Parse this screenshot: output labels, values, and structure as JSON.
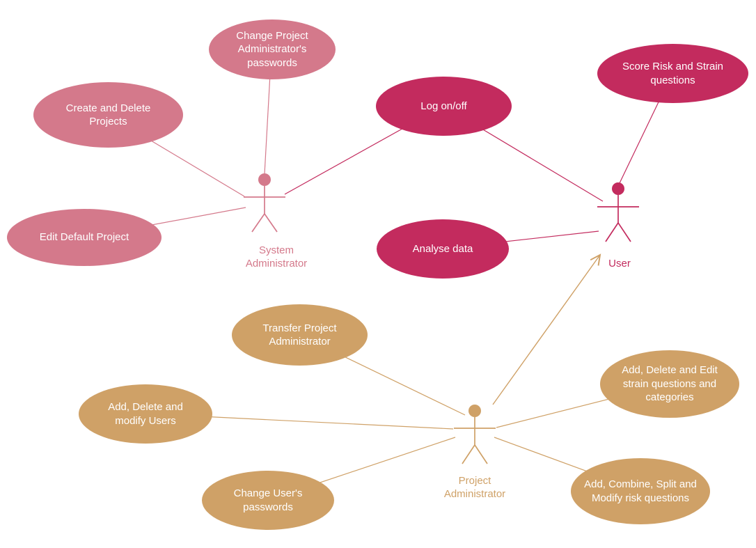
{
  "diagram": {
    "type": "uml-use-case",
    "colors": {
      "system_administrator": "#d4798b",
      "user": "#c32b5e",
      "project_administrator": "#cfa167",
      "background": "#ffffff",
      "use_case_text": "#ffffff"
    },
    "actors": [
      {
        "id": "system-administrator",
        "label": "System Administrator",
        "color": "#d4798b"
      },
      {
        "id": "user",
        "label": "User",
        "color": "#c32b5e"
      },
      {
        "id": "project-administrator",
        "label": "Project Administrator",
        "color": "#cfa167"
      }
    ],
    "use_cases": [
      {
        "id": "change-pa-passwords",
        "label": "Change Project Administrator's passwords",
        "color": "#d4798b"
      },
      {
        "id": "create-delete-projects",
        "label": "Create and Delete Projects",
        "color": "#d4798b"
      },
      {
        "id": "edit-default-project",
        "label": "Edit Default Project",
        "color": "#d4798b"
      },
      {
        "id": "log-on-off",
        "label": "Log on/off",
        "color": "#c32b5e"
      },
      {
        "id": "score-risk-strain-questions",
        "label": "Score Risk and Strain questions",
        "color": "#c32b5e"
      },
      {
        "id": "analyse-data",
        "label": "Analyse data",
        "color": "#c32b5e"
      },
      {
        "id": "transfer-project-administrator",
        "label": "Transfer Project Administrator",
        "color": "#cfa167"
      },
      {
        "id": "add-delete-modify-users",
        "label": "Add, Delete and modify Users",
        "color": "#cfa167"
      },
      {
        "id": "change-users-passwords",
        "label": "Change User's passwords",
        "color": "#cfa167"
      },
      {
        "id": "add-delete-edit-strain-questions",
        "label": "Add, Delete and Edit strain questions and categories",
        "color": "#cfa167"
      },
      {
        "id": "add-combine-split-modify-risk-questions",
        "label": "Add, Combine, Split and Modify risk questions",
        "color": "#cfa167"
      }
    ],
    "connections": [
      {
        "from": "change-pa-passwords",
        "to": "system-administrator"
      },
      {
        "from": "create-delete-projects",
        "to": "system-administrator"
      },
      {
        "from": "edit-default-project",
        "to": "system-administrator"
      },
      {
        "from": "log-on-off",
        "to": "system-administrator"
      },
      {
        "from": "log-on-off",
        "to": "user"
      },
      {
        "from": "score-risk-strain-questions",
        "to": "user"
      },
      {
        "from": "analyse-data",
        "to": "user"
      },
      {
        "from": "transfer-project-administrator",
        "to": "project-administrator"
      },
      {
        "from": "add-delete-modify-users",
        "to": "project-administrator"
      },
      {
        "from": "change-users-passwords",
        "to": "project-administrator"
      },
      {
        "from": "add-delete-edit-strain-questions",
        "to": "project-administrator"
      },
      {
        "from": "add-combine-split-modify-risk-questions",
        "to": "project-administrator"
      },
      {
        "from": "project-administrator",
        "to": "user",
        "style": "generalization-arrow"
      }
    ]
  }
}
